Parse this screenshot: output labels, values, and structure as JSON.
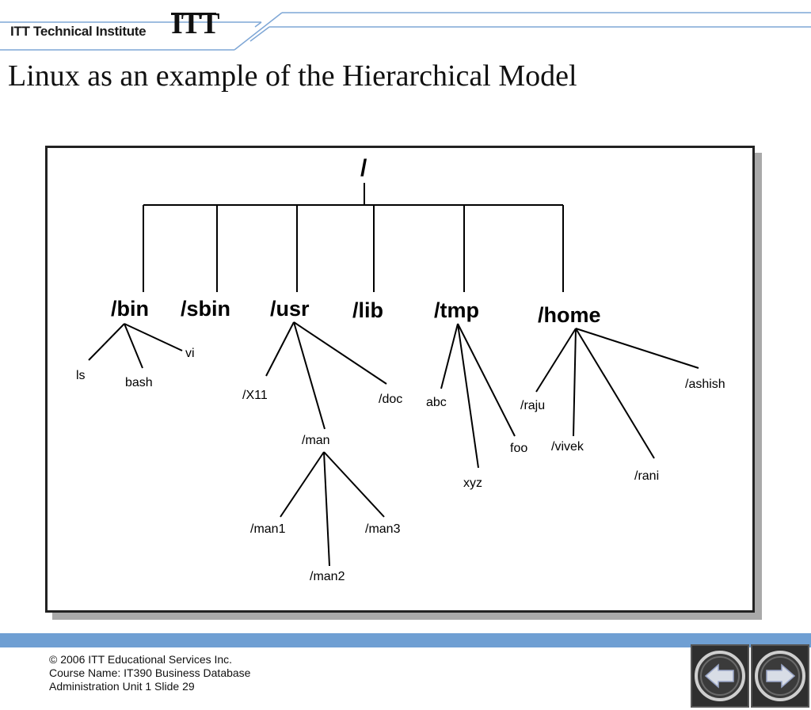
{
  "header": {
    "brand": "ITT Technical Institute",
    "logo_mark": "ITT"
  },
  "title": "Linux as an example of the Hierarchical Model",
  "diagram": {
    "root": "/",
    "branches": [
      {
        "name": "/bin",
        "children": [
          "ls",
          "bash",
          "vi"
        ]
      },
      {
        "name": "/sbin",
        "children": []
      },
      {
        "name": "/usr",
        "children": [
          "/X11",
          "/man",
          "/doc"
        ]
      },
      {
        "name": "/lib",
        "children": []
      },
      {
        "name": "/tmp",
        "children": [
          "abc",
          "xyz",
          "foo"
        ]
      },
      {
        "name": "/home",
        "children": [
          "/raju",
          "/vivek",
          "/rani",
          "/ashish"
        ]
      }
    ],
    "man_children": [
      "/man1",
      "/man2",
      "/man3"
    ]
  },
  "footer": {
    "line1": "© 2006 ITT Educational Services Inc.",
    "line2": "Course Name: IT390 Business Database",
    "line3": "Administration Unit 1 Slide 29"
  },
  "nav": {
    "prev_icon": "arrow-left-icon",
    "next_icon": "arrow-right-icon"
  },
  "colors": {
    "footer_bar": "#6f9fd3",
    "header_lines": "#7fa7d6",
    "frame_shadow": "#a9a9a9"
  }
}
